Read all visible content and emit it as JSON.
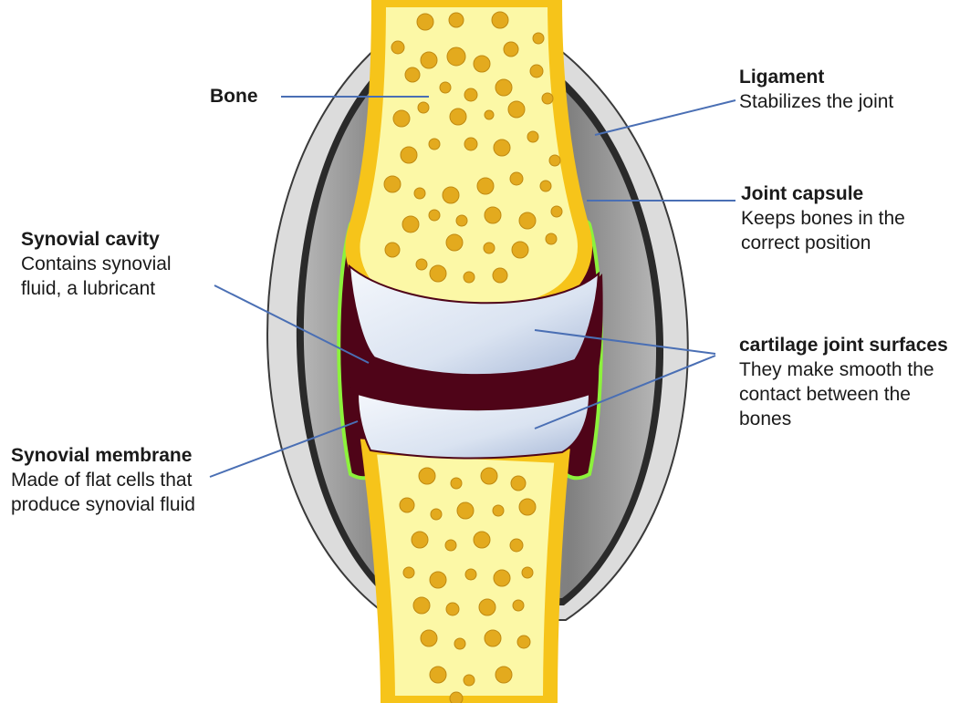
{
  "labels": {
    "bone": {
      "title": "Bone"
    },
    "ligament": {
      "title": "Ligament",
      "desc": "Stabilizes the joint"
    },
    "joint_capsule": {
      "title": "Joint capsule",
      "desc": "Keeps bones in the\ncorrect position"
    },
    "synovial_cavity": {
      "title": "Synovial cavity",
      "desc": "Contains synovial\nfluid, a lubricant"
    },
    "cartilage": {
      "title": "cartilage  joint surfaces",
      "desc": "They make smooth the\ncontact between the\nbones"
    },
    "synovial_membrane": {
      "title": "Synovial membrane",
      "desc": "Made of flat cells that\nproduce synovial fluid"
    }
  },
  "colors": {
    "bone_marrow": "#fcf8a6",
    "bone_cortex": "#f6c41a",
    "marrow_dots": "#e3aa1e",
    "cartilage": "#dbe3f1",
    "synovial_cavity": "#4f0418",
    "synovial_membrane": "#8cf23c",
    "capsule_gray": "#8e8e8e",
    "ligament_gray": "#d9d9d9",
    "leader_line": "#4a6fb4"
  }
}
